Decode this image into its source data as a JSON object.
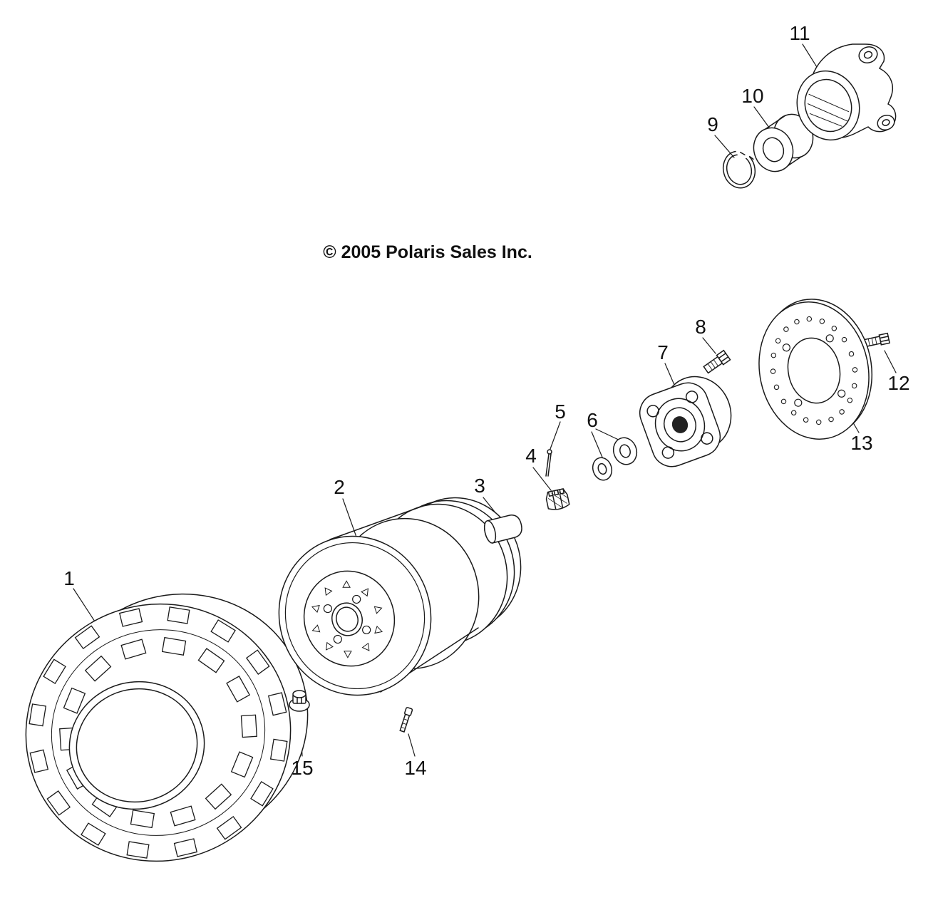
{
  "diagram": {
    "copyright": "© 2005 Polaris Sales Inc.",
    "callouts": [
      "1",
      "2",
      "3",
      "4",
      "5",
      "6",
      "7",
      "8",
      "9",
      "10",
      "11",
      "12",
      "13",
      "14",
      "15"
    ],
    "colors": {
      "line": "#1a1a1a",
      "background": "#ffffff"
    }
  }
}
